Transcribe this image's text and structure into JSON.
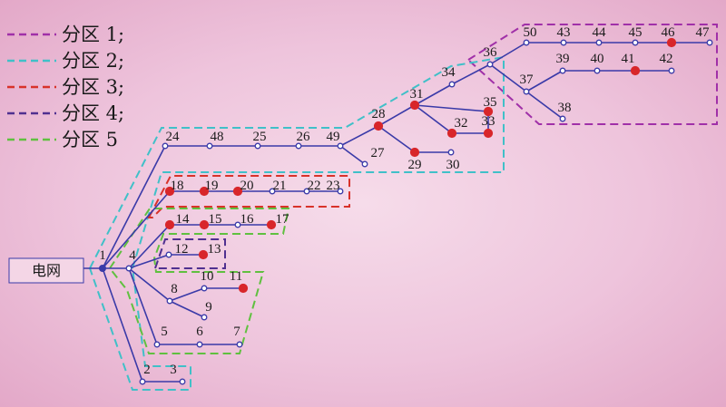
{
  "colors": {
    "line": "#3a3aa8",
    "node_fill": "#ffffff",
    "dg_fill": "#d8262a",
    "zone1": "#a030a8",
    "zone2": "#40c0c8",
    "zone3": "#d8322a",
    "zone4": "#503090",
    "zone5": "#60c040"
  },
  "legend": [
    {
      "label": "分区 1;",
      "color": "#a030a8"
    },
    {
      "label": "分区 2;",
      "color": "#40c0c8"
    },
    {
      "label": "分区 3;",
      "color": "#d8322a"
    },
    {
      "label": "分区 4;",
      "color": "#503090"
    },
    {
      "label": "分区 5",
      "color": "#60c040"
    }
  ],
  "grid_label": "电网",
  "nodes": [
    {
      "id": "1",
      "dg": false
    },
    {
      "id": "2",
      "dg": false
    },
    {
      "id": "3",
      "dg": false
    },
    {
      "id": "4",
      "dg": false
    },
    {
      "id": "5",
      "dg": false
    },
    {
      "id": "6",
      "dg": false
    },
    {
      "id": "7",
      "dg": false
    },
    {
      "id": "8",
      "dg": false
    },
    {
      "id": "9",
      "dg": false
    },
    {
      "id": "10",
      "dg": false
    },
    {
      "id": "11",
      "dg": true
    },
    {
      "id": "12",
      "dg": false
    },
    {
      "id": "13",
      "dg": true
    },
    {
      "id": "14",
      "dg": true
    },
    {
      "id": "15",
      "dg": true
    },
    {
      "id": "16",
      "dg": false
    },
    {
      "id": "17",
      "dg": true
    },
    {
      "id": "18",
      "dg": true
    },
    {
      "id": "19",
      "dg": true
    },
    {
      "id": "20",
      "dg": true
    },
    {
      "id": "21",
      "dg": false
    },
    {
      "id": "22",
      "dg": false
    },
    {
      "id": "23",
      "dg": false
    },
    {
      "id": "24",
      "dg": false
    },
    {
      "id": "25",
      "dg": false
    },
    {
      "id": "26",
      "dg": false
    },
    {
      "id": "27",
      "dg": false
    },
    {
      "id": "28",
      "dg": true
    },
    {
      "id": "29",
      "dg": true
    },
    {
      "id": "30",
      "dg": false
    },
    {
      "id": "31",
      "dg": true
    },
    {
      "id": "32",
      "dg": true
    },
    {
      "id": "33",
      "dg": true
    },
    {
      "id": "34",
      "dg": false
    },
    {
      "id": "35",
      "dg": true
    },
    {
      "id": "36",
      "dg": false
    },
    {
      "id": "37",
      "dg": false
    },
    {
      "id": "38",
      "dg": false
    },
    {
      "id": "39",
      "dg": false
    },
    {
      "id": "40",
      "dg": false
    },
    {
      "id": "41",
      "dg": true
    },
    {
      "id": "42",
      "dg": false
    },
    {
      "id": "43",
      "dg": false
    },
    {
      "id": "44",
      "dg": false
    },
    {
      "id": "45",
      "dg": false
    },
    {
      "id": "46",
      "dg": true
    },
    {
      "id": "47",
      "dg": false
    },
    {
      "id": "48",
      "dg": false
    },
    {
      "id": "49",
      "dg": false
    },
    {
      "id": "50",
      "dg": false
    }
  ],
  "edges": [
    [
      "1",
      "2"
    ],
    [
      "2",
      "3"
    ],
    [
      "1",
      "4"
    ],
    [
      "1",
      "24"
    ],
    [
      "1",
      "18"
    ],
    [
      "4",
      "14"
    ],
    [
      "4",
      "12"
    ],
    [
      "4",
      "8"
    ],
    [
      "4",
      "5"
    ],
    [
      "5",
      "6"
    ],
    [
      "6",
      "7"
    ],
    [
      "8",
      "10"
    ],
    [
      "10",
      "11"
    ],
    [
      "8",
      "9"
    ],
    [
      "12",
      "13"
    ],
    [
      "14",
      "15"
    ],
    [
      "15",
      "16"
    ],
    [
      "16",
      "17"
    ],
    [
      "18",
      "19"
    ],
    [
      "19",
      "20"
    ],
    [
      "20",
      "21"
    ],
    [
      "21",
      "22"
    ],
    [
      "22",
      "23"
    ],
    [
      "24",
      "48"
    ],
    [
      "48",
      "25"
    ],
    [
      "25",
      "26"
    ],
    [
      "26",
      "49"
    ],
    [
      "49",
      "28"
    ],
    [
      "49",
      "27"
    ],
    [
      "28",
      "31"
    ],
    [
      "28",
      "29"
    ],
    [
      "29",
      "30"
    ],
    [
      "31",
      "34"
    ],
    [
      "31",
      "32"
    ],
    [
      "32",
      "33"
    ],
    [
      "31",
      "35"
    ],
    [
      "35",
      "33"
    ],
    [
      "34",
      "36"
    ],
    [
      "36",
      "50"
    ],
    [
      "50",
      "43"
    ],
    [
      "43",
      "44"
    ],
    [
      "44",
      "45"
    ],
    [
      "45",
      "46"
    ],
    [
      "46",
      "47"
    ],
    [
      "36",
      "37"
    ],
    [
      "37",
      "39"
    ],
    [
      "39",
      "40"
    ],
    [
      "40",
      "41"
    ],
    [
      "41",
      "42"
    ],
    [
      "37",
      "38"
    ]
  ]
}
